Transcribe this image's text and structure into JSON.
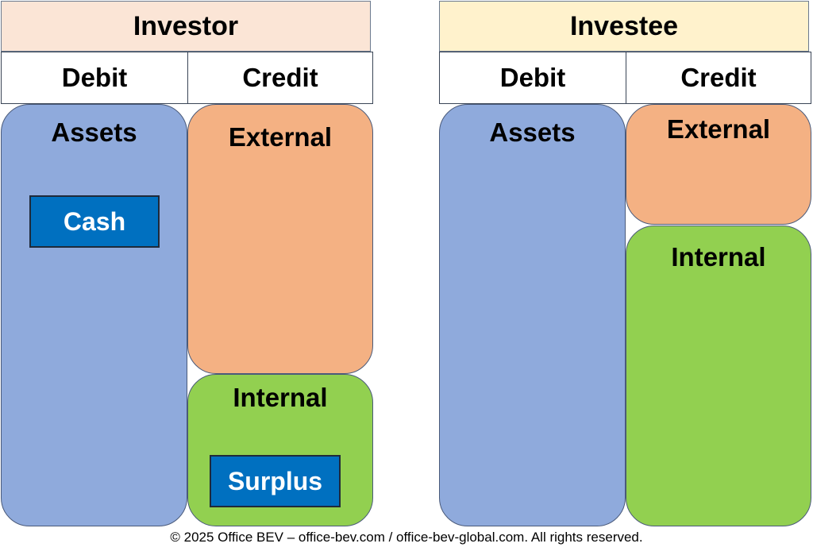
{
  "investor": {
    "title": "Investor",
    "title_color": "#fbe5d6",
    "debit_label": "Debit",
    "credit_label": "Credit",
    "assets_label": "Assets",
    "cash_label": "Cash",
    "external_label": "External",
    "internal_label": "Internal",
    "surplus_label": "Surplus"
  },
  "investee": {
    "title": "Investee",
    "title_color": "#fff2cc",
    "debit_label": "Debit",
    "credit_label": "Credit",
    "assets_label": "Assets",
    "external_label": "External",
    "internal_label": "Internal"
  },
  "colors": {
    "assets": "#8faadc",
    "external": "#f4b183",
    "internal": "#92d050",
    "account_box": "#0070c0"
  },
  "footer": "© 2025 Office BEV – office-bev.com / office-bev-global.com. All rights reserved."
}
